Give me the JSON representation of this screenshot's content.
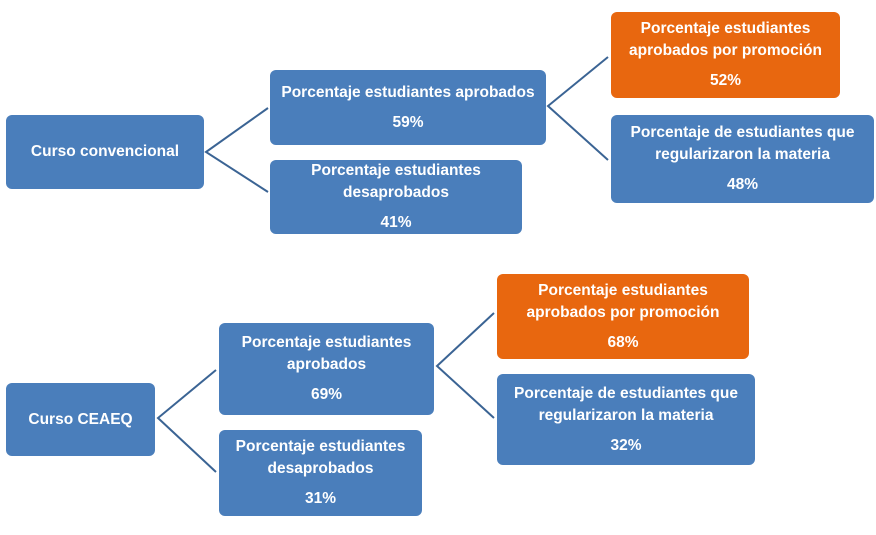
{
  "colors": {
    "blue": "#4a7ebb",
    "orange": "#e8670f",
    "connector": "#3b6494"
  },
  "top": {
    "root": "Curso convencional",
    "aprobados": {
      "label": "Porcentaje  estudiantes aprobados",
      "value": "59%"
    },
    "desaprobados": {
      "label": "Porcentaje estudiantes desaprobados",
      "value": "41%"
    },
    "promocion": {
      "label": "Porcentaje  estudiantes aprobados por promoción",
      "value": "52%"
    },
    "regularizaron": {
      "label": "Porcentaje de estudiantes que regularizaron la materia",
      "value": "48%"
    }
  },
  "bottom": {
    "root": "Curso CEAEQ",
    "aprobados": {
      "label": "Porcentaje  estudiantes aprobados",
      "value": "69%"
    },
    "desaprobados": {
      "label": "Porcentaje estudiantes desaprobados",
      "value": "31%"
    },
    "promocion": {
      "label": "Porcentaje  estudiantes aprobados por promoción",
      "value": "68%"
    },
    "regularizaron": {
      "label": "Porcentaje de estudiantes que regularizaron la materia",
      "value": "32%"
    }
  }
}
